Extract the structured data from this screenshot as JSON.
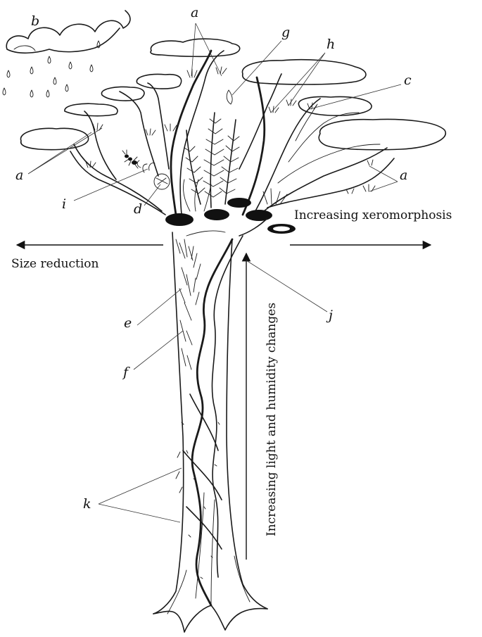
{
  "labels": {
    "a": "a",
    "b": "b",
    "c": "c",
    "d": "d",
    "e": "e",
    "f": "f",
    "g": "g",
    "h": "h",
    "i": "i",
    "j": "j",
    "k": "k"
  },
  "captions": {
    "size_reduction": "Size reduction",
    "xeromorphosis": "Increasing xeromorphosis",
    "light_humidity": "Increasing light and humidity changes"
  },
  "colors": {
    "ink": "#1a1a1a",
    "background": "#ffffff"
  }
}
